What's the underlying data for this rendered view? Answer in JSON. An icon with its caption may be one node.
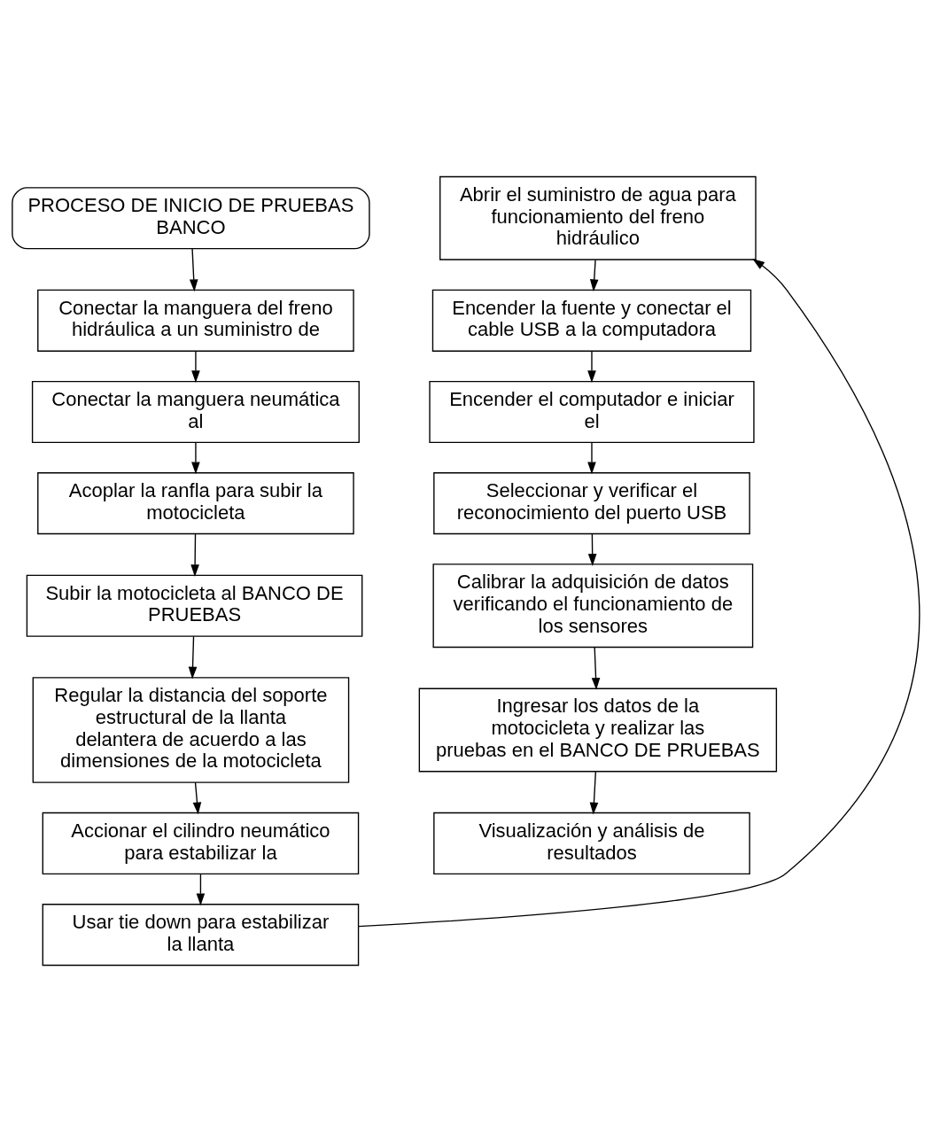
{
  "diagram": {
    "nodes": [
      {
        "text": [
          "PROCESO DE INICIO DE PRUEBAS BANCO"
        ]
      },
      {
        "text": [
          "Conectar la manguera del freno hidráulica a un suministro de"
        ]
      },
      {
        "text": [
          "Conectar la manguera neumática al"
        ]
      },
      {
        "text": [
          "Acoplar la ranfla para subir la motocicleta"
        ]
      },
      {
        "text": [
          "Subir la motocicleta al BANCO DE PRUEBAS"
        ]
      },
      {
        "text": [
          "Regular la distancia del soporte estructural de la llanta delantera de acuerdo a las dimensiones de la motocicleta"
        ]
      },
      {
        "text": [
          "Accionar el cilindro neumático para estabilizar la"
        ]
      },
      {
        "text": [
          "Usar tie down para estabilizar la llanta"
        ]
      },
      {
        "text": [
          "Abrir el suministro de agua para funcionamiento del freno hidráulico"
        ]
      },
      {
        "text": [
          "Encender la fuente y conectar el cable USB a la computadora"
        ]
      },
      {
        "text": [
          "Encender el computador e iniciar el"
        ]
      },
      {
        "text": [
          "Seleccionar y verificar el reconocimiento del puerto USB"
        ]
      },
      {
        "text": [
          "Calibrar la adquisición de datos verificando el funcionamiento de los sensores"
        ]
      },
      {
        "text": [
          "Ingresar los datos de la motocicleta y realizar las pruebas en el BANCO DE PRUEBAS"
        ]
      },
      {
        "text": [
          "Visualización y análisis de resultados"
        ]
      }
    ],
    "edges": [
      {
        "from": 0,
        "to": 1,
        "arrow": "to"
      },
      {
        "from": 1,
        "to": 2,
        "arrow": "to"
      },
      {
        "from": 2,
        "to": 3,
        "arrow": "to"
      },
      {
        "from": 3,
        "to": 4,
        "arrow": "to"
      },
      {
        "from": 4,
        "to": 5,
        "arrow": "to"
      },
      {
        "from": 5,
        "to": 6,
        "arrow": "to"
      },
      {
        "from": 6,
        "to": 7,
        "arrow": "to"
      },
      {
        "from": 7,
        "to": 8,
        "arrow": "to"
      },
      {
        "from": 8,
        "to": 9,
        "arrow": "to"
      },
      {
        "from": 9,
        "to": 10,
        "arrow": "to"
      },
      {
        "from": 10,
        "to": 11,
        "arrow": "to"
      },
      {
        "from": 11,
        "to": 12,
        "arrow": "to"
      },
      {
        "from": 12,
        "to": 13,
        "arrow": "to"
      },
      {
        "from": 13,
        "to": 14,
        "arrow": "to"
      }
    ]
  }
}
